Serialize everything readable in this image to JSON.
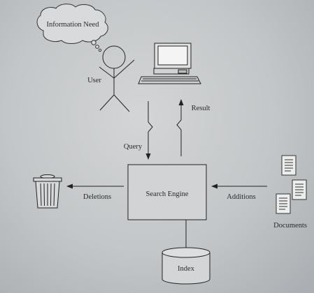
{
  "diagram": {
    "nodes": {
      "information_need": "Information Need",
      "user": "User",
      "search_engine": "Search Engine",
      "index": "Index",
      "documents": "Documents"
    },
    "edges": {
      "query": "Query",
      "result": "Result",
      "deletions": "Deletions",
      "additions": "Additions"
    }
  }
}
